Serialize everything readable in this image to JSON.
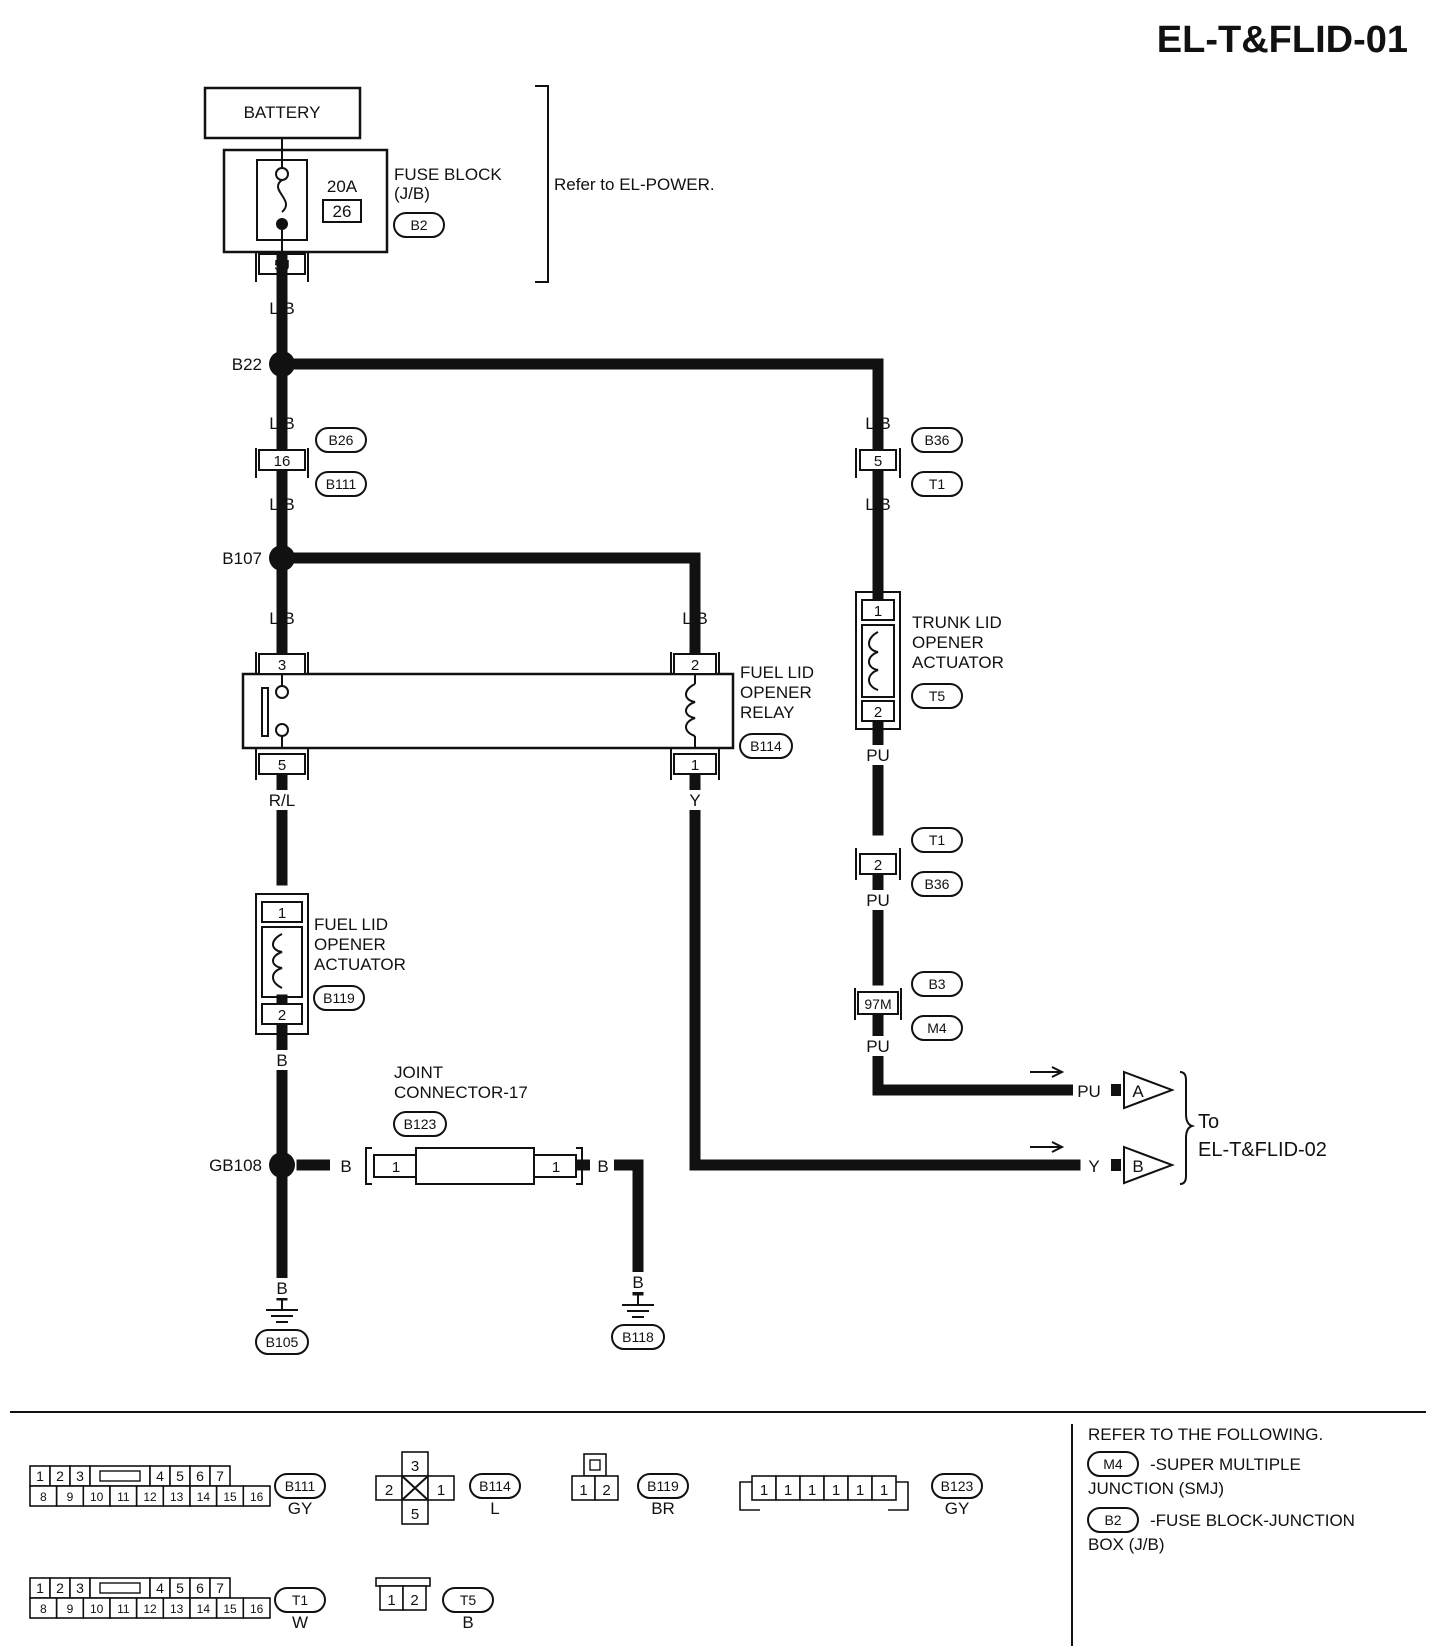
{
  "title": "EL-T&FLID-01",
  "battery": "BATTERY",
  "fuse": {
    "amp": "20A",
    "num": "26",
    "name_line1": "FUSE BLOCK",
    "name_line2": "(J/B)",
    "id": "B2",
    "pin": "5J"
  },
  "refer_power": "Refer to  EL-POWER.",
  "wires": {
    "lb1": "L/B",
    "lb2": "L/B",
    "lb3": "L/B",
    "lb4": "L/B",
    "lb5": "L/B",
    "lb6": "L/B",
    "lb7": "L/B",
    "rl": "R/L",
    "y": "Y",
    "pu1": "PU",
    "pu2": "PU",
    "pu3": "PU",
    "pu4": "PU",
    "y2": "Y",
    "b1": "B",
    "b2": "B",
    "b3": "B",
    "b4": "B",
    "b5": "B"
  },
  "splices": {
    "s1": "B22",
    "s2": "B107",
    "s3": "GB108"
  },
  "connectors": {
    "c16": {
      "pin": "16",
      "top": "B26",
      "bottom": "B111"
    },
    "c5": {
      "pin": "5",
      "top": "B36",
      "bottom": "T1"
    },
    "c2": {
      "pin": "2",
      "top": "T1",
      "bottom": "B36"
    },
    "c97": {
      "pin": "97M",
      "top": "B3",
      "bottom": "M4"
    }
  },
  "relay": {
    "l1": "FUEL LID",
    "l2": "OPENER",
    "l3": "RELAY",
    "id": "B114",
    "p3": "3",
    "p5": "5",
    "p2": "2",
    "p1": "1"
  },
  "trunk": {
    "l1": "TRUNK LID",
    "l2": "OPENER",
    "l3": "ACTUATOR",
    "id": "T5",
    "p1": "1",
    "p2": "2"
  },
  "fuel_act": {
    "l1": "FUEL LID",
    "l2": "OPENER",
    "l3": "ACTUATOR",
    "id": "B119",
    "p1": "1",
    "p2": "2"
  },
  "joint": {
    "l1": "JOINT",
    "l2": "CONNECTOR-17",
    "id": "B123",
    "pa": "1",
    "pb": "1"
  },
  "grounds": {
    "g1": "B105",
    "g2": "B118"
  },
  "arrows": {
    "a": "A",
    "b": "B",
    "to": "To",
    "target": "EL-T&FLID-02"
  },
  "legend": {
    "refer": "REFER TO THE FOLLOWING.",
    "m4": "M4",
    "m4_l1": "-SUPER MULTIPLE",
    "m4_l2": "JUNCTION (SMJ)",
    "b2": "B2",
    "b2_l1": "-FUSE BLOCK-JUNCTION",
    "b2_l2": "BOX (J/B)"
  },
  "faces": {
    "b111": {
      "id": "B111",
      "color": "GY",
      "row1": [
        "1",
        "2",
        "3",
        "4",
        "5",
        "6",
        "7"
      ],
      "row2": [
        "8",
        "9",
        "10",
        "11",
        "12",
        "13",
        "14",
        "15",
        "16"
      ]
    },
    "b114": {
      "id": "B114",
      "color": "L",
      "pins": [
        "3",
        "2",
        "1",
        "5"
      ]
    },
    "b119": {
      "id": "B119",
      "color": "BR",
      "pins": [
        "1",
        "2"
      ]
    },
    "b123": {
      "id": "B123",
      "color": "GY",
      "pins": [
        "1",
        "1",
        "1",
        "1",
        "1",
        "1"
      ]
    },
    "t1": {
      "id": "T1",
      "color": "W",
      "row1": [
        "1",
        "2",
        "3",
        "4",
        "5",
        "6",
        "7"
      ],
      "row2": [
        "8",
        "9",
        "10",
        "11",
        "12",
        "13",
        "14",
        "15",
        "16"
      ]
    },
    "t5": {
      "id": "T5",
      "color": "B",
      "pins": [
        "1",
        "2"
      ]
    }
  }
}
